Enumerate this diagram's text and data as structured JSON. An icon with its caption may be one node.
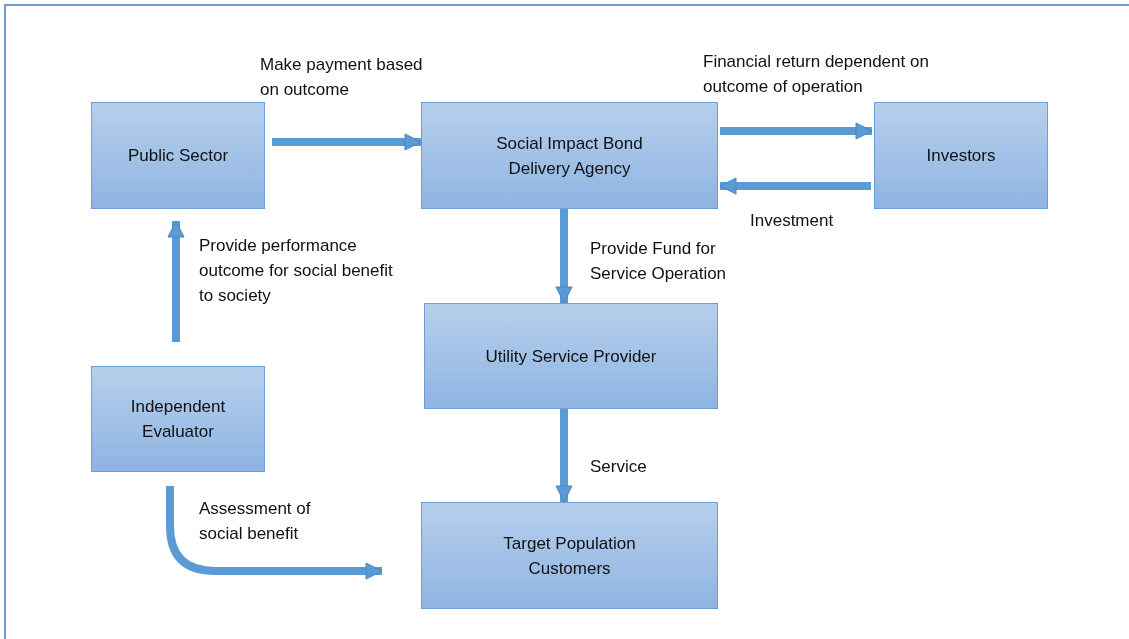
{
  "diagram": {
    "nodes": [
      {
        "text": [
          "Public Sector"
        ]
      },
      {
        "text": [
          "Social Impact Bond Delivery Agency"
        ]
      },
      {
        "text": [
          "Investors"
        ]
      },
      {
        "text": [
          "Utility Service Provider"
        ]
      },
      {
        "text": [
          "Independent Evaluator"
        ]
      },
      {
        "text": [
          "Target Population Customers"
        ]
      }
    ],
    "edges": [
      {
        "from": 0,
        "to": 1,
        "arrow": "to",
        "label": "Make payment based on outcome"
      },
      {
        "from": 1,
        "to": 2,
        "arrow": "to",
        "label": "Financial return dependent on outcome of operation"
      },
      {
        "from": 2,
        "to": 1,
        "arrow": "to",
        "label": "Investment"
      },
      {
        "from": 1,
        "to": 3,
        "arrow": "to",
        "label": "Provide Fund for Service Operation"
      },
      {
        "from": 3,
        "to": 5,
        "arrow": "to",
        "label": "Service"
      },
      {
        "from": 4,
        "to": 0,
        "arrow": "to",
        "label": "Provide performance outcome for social benefit to society"
      },
      {
        "from": 4,
        "to": 5,
        "arrow": "to",
        "label": "Assessment of social benefit"
      }
    ]
  }
}
